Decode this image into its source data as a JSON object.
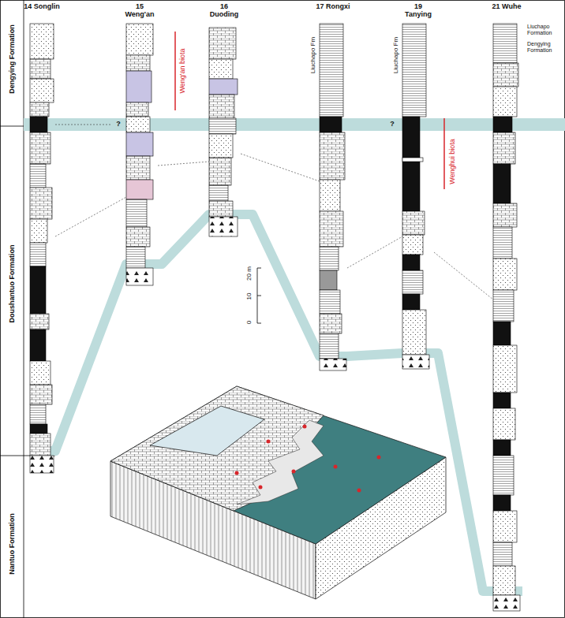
{
  "diagram": {
    "labels": [
      "Dengying Formation",
      "Doushantuo Formation",
      "Nantuo Formation",
      "14 Songlin",
      "15 Weng'an",
      "16 Duoding",
      "17 Rongxi",
      "19 Tanying",
      "21 Wuhe",
      "Liuchapo Fm",
      "Liuchapo Fm",
      "Liuchapo Formation",
      "Dengying Formation",
      "Weng'an biota",
      "Wenghui biota",
      "20 m",
      "10",
      "0",
      "?",
      "?"
    ]
  }
}
